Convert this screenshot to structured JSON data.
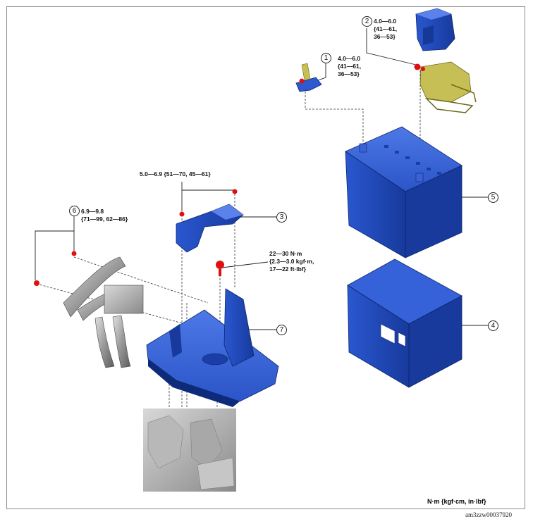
{
  "torque_specs": {
    "part1": [
      "4.0—6.0",
      "{41—61,",
      "36—53}"
    ],
    "part2": [
      "4.0—6.0",
      "{41—61,",
      "36—53}"
    ],
    "part3": "5.0—6.9 {51—70, 45—61}",
    "part6": [
      "6.9—9.8",
      "{71—99, 62—86}"
    ],
    "part7": [
      "22—30 N·m",
      "{2.3—3.0 kgf·m,",
      "17—22 ft·lbf}"
    ]
  },
  "callouts": {
    "c1": "1",
    "c2": "2",
    "c3": "3",
    "c4": "4",
    "c5": "5",
    "c6": "6",
    "c7": "7"
  },
  "units_note": "N·m {kgf·cm, in·lbf}",
  "image_id": "am3zzw00037920",
  "colors": {
    "part_blue": "#1d48b8",
    "bolt_red": "#e01010",
    "connector_yellow": "#b8b040",
    "pipe_gray": "#9a9a9a"
  }
}
